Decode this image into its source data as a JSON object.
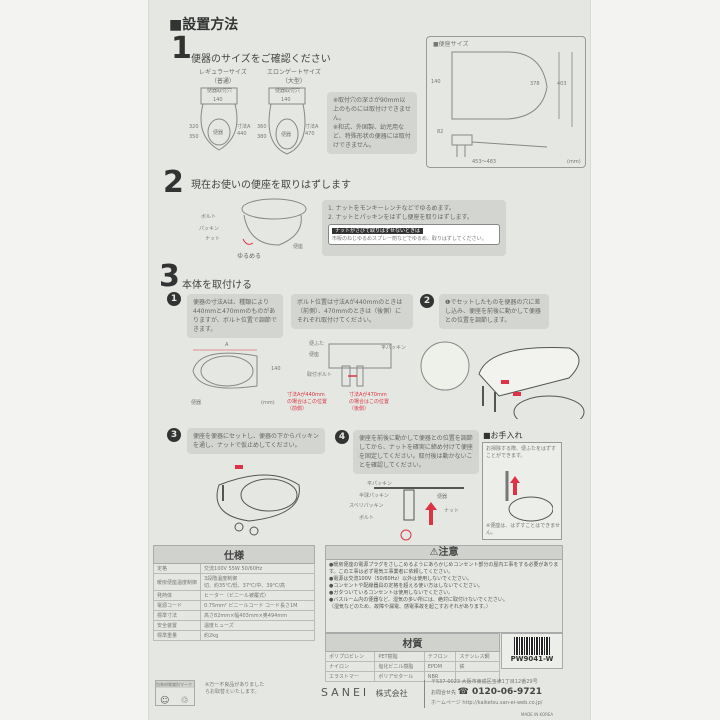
{
  "title": "■設置方法",
  "step1": {
    "num": "1",
    "title": "便器のサイズをご確認ください",
    "regular": "レギュラーサイズ\n（普通）",
    "elongated": "エロンゲートサイズ\n（大型）",
    "hole_label": "便器取付穴",
    "hole": "140",
    "bowl": "便器",
    "reg_dims": [
      "320",
      "350"
    ],
    "reg_a": "寸法A\n440",
    "elo_dims": [
      "360",
      "380"
    ],
    "elo_a": "寸法A\n470",
    "note1": "※取付穴の深さが90mm以上のものには取付けできません。",
    "note2": "※和式、外国製、幼児用など、特殊形状の便器には取付けできません。"
  },
  "seat_size": {
    "title": "■便座サイズ",
    "w140": "140",
    "d378": "378",
    "d403": "403",
    "h82": "82",
    "range": "453〜483",
    "unit": "(mm)"
  },
  "step2": {
    "num": "2",
    "title": "現在お使いの便座を取りはずします",
    "labels": {
      "bolt": "ボルト",
      "packing": "パッキン",
      "nut": "ナット",
      "seat": "便座",
      "loosen": "ゆるめる"
    },
    "steps": [
      "1. ナットをモンキーレンチなどでゆるめます。",
      "2. ナットとパッキンをはずし便座を取りはずします。"
    ],
    "warn_title": "ナットがさびて取りはずせないときは",
    "warn_text": "市販のねじゆるめスプレー剤などでゆるめ、取りはずしてください。"
  },
  "step3": {
    "num": "3",
    "title": "本体を取付ける",
    "s1": {
      "mark": "1",
      "text": "便器の寸法Aは、種類により440mmと470mmのものがありますが、ボルト位置で調節できます。",
      "a": "A",
      "d140": "140",
      "bowl": "便器",
      "unit": "(mm)"
    },
    "bolt_text": "ボルト位置は寸法Aが440mmのときは（前側）、470mmのときは（後側）にそれぞれ取付けてください。",
    "bolt_labels": {
      "lid": "便ふた",
      "seat": "便座",
      "flat": "平パッキン",
      "bolt": "取付ボルト",
      "front": "寸法Aが440mm\nの場合はこの位置\n（前側）",
      "back": "寸法Aが470mm\nの場合はこの位置\n（後側）"
    },
    "s2": {
      "mark": "2",
      "text": "❶でセットしたものを便器の穴に差し込み、便座を前後に動かして便器との位置を調節します。"
    },
    "s3": {
      "mark": "3",
      "text": "便座を便器にセットし、便器の下からパッキンを通し、ナットで仮止めしてください。"
    },
    "s4": {
      "mark": "4",
      "text": "便座を前後に動かして便器との位置を調節してから、ナットを確実に締め付けて便座を固定してください。取付後は動かないことを確認してください。",
      "labels": {
        "flat": "平パッキン",
        "half": "半球パッキン",
        "slip": "スベリパッキン",
        "bolt": "ボルト",
        "bowl": "便器",
        "nut": "ナット"
      }
    },
    "care": {
      "title": "■お手入れ",
      "text": "お掃除する際、便ふたをはずすことができます。",
      "note": "※便座は、はずすことはできません。"
    }
  },
  "specs": {
    "title": "仕様",
    "rows": [
      [
        "定格",
        "交流100V 55W 50/60Hz"
      ],
      [
        "暖房便座温度制御",
        "3段階温度制御\n切、約35℃/低、37℃/中、39℃/高"
      ],
      [
        "発熱体",
        "ヒーター（ビニール被覆式）"
      ],
      [
        "電源コード",
        "0.75mm² ビニールコード コード長さ1M"
      ],
      [
        "標準寸法",
        "高さ82mm×幅403mm×奥494mm"
      ],
      [
        "安全装置",
        "温度ヒューズ"
      ],
      [
        "標準重量",
        "約2kg"
      ]
    ]
  },
  "caution": {
    "title": "⚠注意",
    "items": [
      "●暖房便座の電源プラグをさしこめるようにあらかじめコンセント部分の屋内工事をする必要があります。この工事は必ず電気工事業者に依頼してください。",
      "●電源は交流100V（50/60Hz）以外は使用しないでください。",
      "●コンセントや配線器具の定格を超える使い方はしないでください。",
      "●ガタついているコンセントは使用しないでください。",
      "●バスルーム内の便器など、湿気の多い所には、絶対に取付けないでください。",
      "（湿気などのため、故障や漏電、感電事故を起こすおそれがあります。）"
    ]
  },
  "materials": {
    "title": "材質",
    "rows": [
      [
        "ポリプロピレン",
        "PET樹脂",
        "テフロン",
        "ステンレス鋼"
      ],
      [
        "ナイロン",
        "塩化ビニル樹脂",
        "EPDM",
        "鉄"
      ],
      [
        "エラストマー",
        "ポリアセタール",
        "NBR",
        ""
      ]
    ]
  },
  "product_code": "PW9041-W",
  "recycle_mark": "包装材質識別マーク",
  "defect_note": "※万一不良品がありましたらお取替えいたします。",
  "company": {
    "name": "SANEI",
    "suffix": "株式会社",
    "address": "〒537-0023 大阪市東成区玉津1丁目12番29号",
    "contact_label": "お問合せ先",
    "phone": "0120-06-9721",
    "web": "ホームページ http://kaiketsu.san-ei-web.co.jp/",
    "origin": "MADE IN KOREA"
  },
  "colors": {
    "sheet": "#e5e8e2",
    "accent_red": "#dd3344",
    "text": "#444444"
  }
}
